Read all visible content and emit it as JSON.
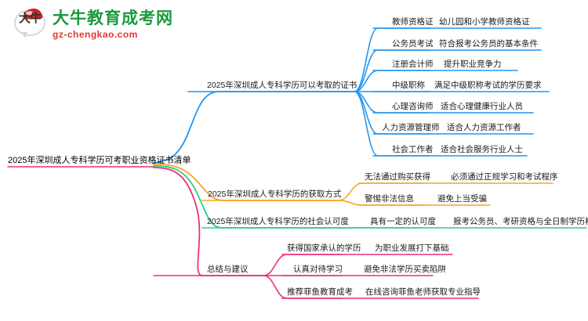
{
  "logo": {
    "mark_glyph": "大牛",
    "title": "大牛教育成考网",
    "subtitle": "gz-chengkao.com",
    "title_color": "#1a9a3c",
    "subtitle_color": "#e03a2f",
    "cap_color": "#d81f1f"
  },
  "mindmap": {
    "root": "2025年深圳成人专科学历可考职业资格证书清单",
    "branch_colors": {
      "blue": "#2196f3",
      "orange": "#f5a623",
      "green": "#2ecc87",
      "pink": "#ef2d7e"
    },
    "branches": [
      {
        "label": "2025年深圳成人专科学历可以考取的证书",
        "color": "#2196f3",
        "children": [
          {
            "label": "教师资格证",
            "detail": "幼儿园和小学教师资格证"
          },
          {
            "label": "公务员考试",
            "detail": "符合报考公务员的基本条件"
          },
          {
            "label": "注册会计师",
            "detail": "提升职业竞争力"
          },
          {
            "label": "中级职称",
            "detail": "满足中级职称考试的学历要求"
          },
          {
            "label": "心理咨询师",
            "detail": "适合心理健康行业人员"
          },
          {
            "label": "人力资源管理师",
            "detail": "适合人力资源工作者"
          },
          {
            "label": "社会工作者",
            "detail": "适合社会服务行业人士"
          }
        ]
      },
      {
        "label": "2025年深圳成人专科学历的获取方式",
        "color": "#f5a623",
        "children": [
          {
            "label": "无法通过购买获得",
            "detail": "必须通过正规学习和考试程序"
          },
          {
            "label": "警惕非法信息",
            "detail": "避免上当受骗"
          }
        ]
      },
      {
        "label": "2025年深圳成人专科学历的社会认可度",
        "color": "#2ecc87",
        "children": [
          {
            "label": "具有一定的认可度",
            "detail": "报考公务员、考研资格与全日制学历相同"
          }
        ]
      },
      {
        "label": "总结与建议",
        "color": "#ef2d7e",
        "children": [
          {
            "label": "获得国家承认的学历",
            "detail": "为职业发展打下基础"
          },
          {
            "label": "认真对待学习",
            "detail": "避免非法学历买卖陷阱"
          },
          {
            "label": "推荐菲鱼教育成考",
            "detail": "在线咨询菲鱼老师获取专业指导"
          }
        ]
      }
    ]
  }
}
